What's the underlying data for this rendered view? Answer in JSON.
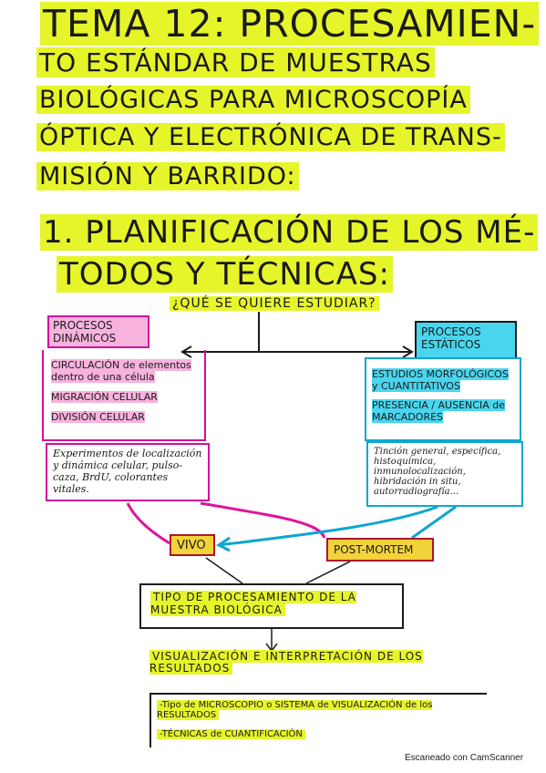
{
  "title": {
    "line1": "TEMA 12: PROCESAMIEN-",
    "line2": "TO ESTÁNDAR DE MUESTRAS",
    "line3": "BIOLÓGICAS PARA MICROSCOPÍA",
    "line4": "ÓPTICA Y ELECTRÓNICA DE TRANS-",
    "line5": "MISIÓN Y BARRIDO:"
  },
  "heading": {
    "line1": "1. PLANIFICACIÓN DE LOS MÉ-",
    "line2": "TODOS Y TÉCNICAS:"
  },
  "question": "¿QUÉ SE QUIERE ESTUDIAR?",
  "dynamic": {
    "title": "PROCESOS DINÁMICOS",
    "items": [
      "CIRCULACIÓN de elementos dentro de una célula",
      "MIGRACIÓN CELULAR",
      "DIVISIÓN CELULAR"
    ],
    "experiments": "Experimentos de localización y dinámica celular, pulso-caza, BrdU, colorantes vitales."
  },
  "static": {
    "title": "PROCESOS ESTÁTICOS",
    "items": [
      "ESTUDIOS MORFOLÓGICOS y CUANTITATIVOS",
      "PRESENCIA / AUSENCIA de MARCADORES"
    ],
    "experiments": "Tinción general, específica, histoquímica, inmunolocalización, hibridación in situ, autorradiografía..."
  },
  "vivo": "VIVO",
  "post_mortem": "POST-MORTEM",
  "processing": "TIPO DE PROCESAMIENTO DE LA MUESTRA BIOLÓGICA",
  "visualization": "VISUALIZACIÓN E INTERPRETACIÓN DE LOS RESULTADOS",
  "final_items": [
    "-Tipo de MICROSCOPIO o SISTEMA de VISUALIZACIÓN de los RESULTADOS",
    "-TÉCNICAS de CUANTIFICACIÓN"
  ],
  "watermark": "Escaneado con CamScanner",
  "colors": {
    "highlight_yellow": "#e6f52a",
    "pink": "#d1109a",
    "pink_fill": "#f7b3de",
    "blue": "#0fa6d0",
    "blue_fill": "#49d5ee",
    "box_yellow": "#f2d33a",
    "red_border": "#b0142c"
  }
}
